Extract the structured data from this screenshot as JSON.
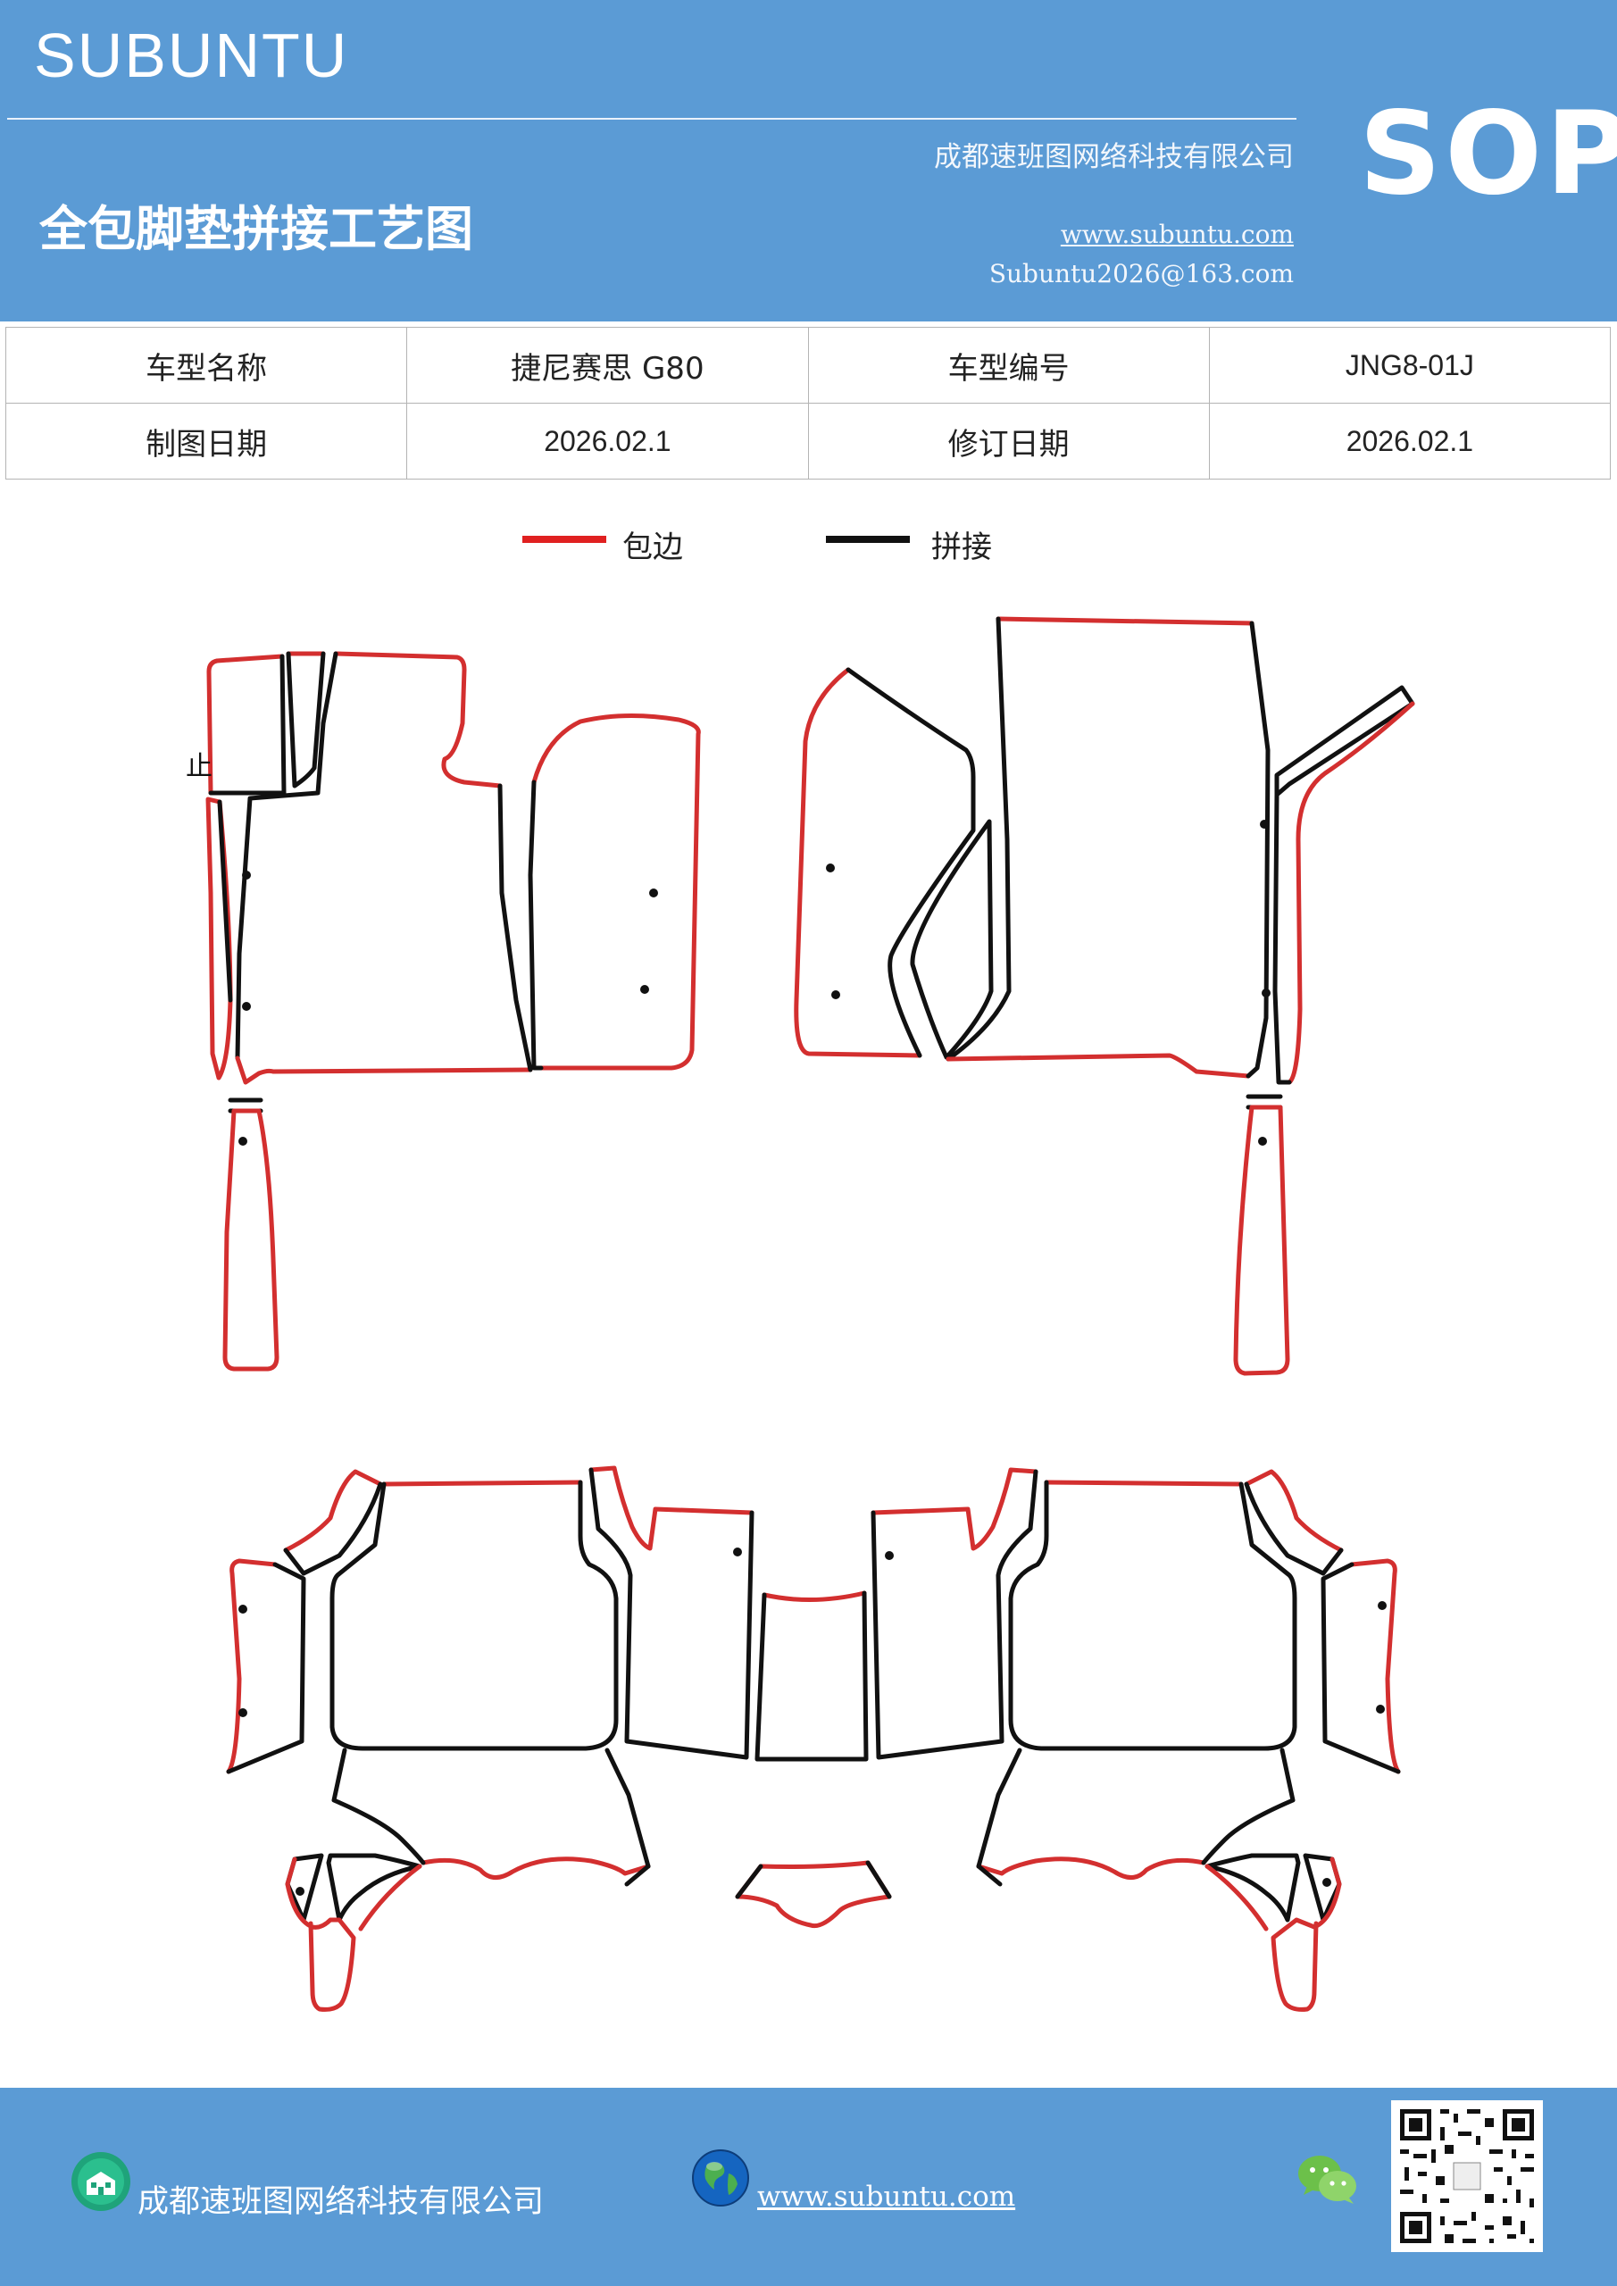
{
  "header": {
    "brand": "SUBUNTU",
    "company": "成都速班图网络科技有限公司",
    "title": "全包脚垫拼接工艺图",
    "website": "www.subuntu.com",
    "email": "Subuntu2026@163.com",
    "badge": "SOP"
  },
  "info_table": {
    "rows": [
      {
        "label1": "车型名称",
        "value1": "捷尼赛思 G80",
        "label2": "车型编号",
        "value2": "JNG8-01J"
      },
      {
        "label1": "制图日期",
        "value1": "2026.02.1",
        "label2": "修订日期",
        "value2": "2026.02.1"
      }
    ]
  },
  "legend": {
    "items": [
      {
        "label": "包边",
        "color": "#e02020"
      },
      {
        "label": "拼接",
        "color": "#111111"
      }
    ]
  },
  "drawing": {
    "mark_text": "止",
    "edge_color": "#d32f2f",
    "seam_color": "#111111"
  },
  "footer": {
    "company": "成都速班图网络科技有限公司",
    "website": "www.subuntu.com",
    "icons": [
      "building-icon",
      "globe-icon",
      "wechat-icon",
      "qr-code"
    ]
  }
}
